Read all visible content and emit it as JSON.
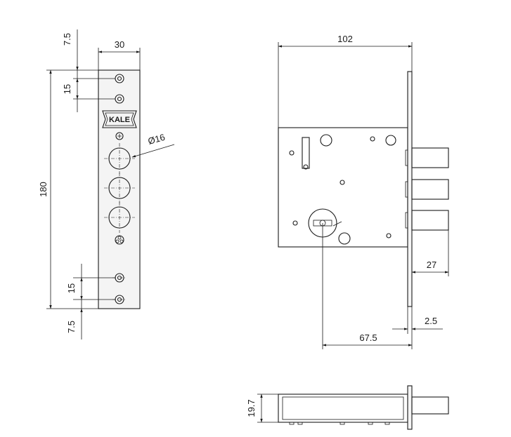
{
  "brand": {
    "logo_text": "KALE"
  },
  "dimensions": {
    "faceplate_width": "30",
    "top_margin": "7.5",
    "top_hole_spacing": "15",
    "faceplate_height": "180",
    "bottom_hole_spacing": "15",
    "bottom_margin": "7.5",
    "cylinder_diameter": "Ø16",
    "case_width": "102",
    "bolt_throw": "27",
    "faceplate_thickness": "2.5",
    "backset": "67.5",
    "case_thickness": "19.7"
  },
  "colors": {
    "line": "#1a1a1a",
    "plate_fill": "#f4f4f4"
  }
}
